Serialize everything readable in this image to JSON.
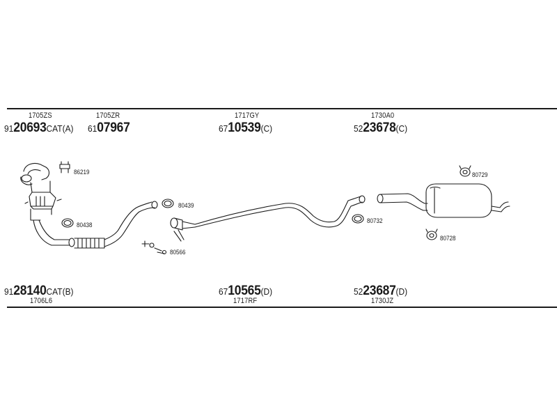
{
  "top_parts": [
    {
      "oem": "1705ZS",
      "prefix": "91",
      "main": "20693",
      "suffix": "CAT(A)"
    },
    {
      "oem": "1705ZR",
      "prefix": "61",
      "main": "07967",
      "suffix": ""
    },
    {
      "oem": "1717GY",
      "prefix": "67",
      "main": "10539",
      "suffix": "(C)"
    },
    {
      "oem": "1730A0",
      "prefix": "52",
      "main": "23678",
      "suffix": "(C)"
    }
  ],
  "bottom_parts": [
    {
      "oem": "1706L6",
      "prefix": "91",
      "main": "28140",
      "suffix": "CAT(B)"
    },
    {
      "oem": "1717RF",
      "prefix": "67",
      "main": "10565",
      "suffix": "(D)"
    },
    {
      "oem": "1730JZ",
      "prefix": "52",
      "main": "23687",
      "suffix": "(D)"
    }
  ],
  "fittings": {
    "f86219": "86219",
    "f80438": "80438",
    "f80439": "80439",
    "f80566": "80566",
    "f80732": "80732",
    "f80729": "80729",
    "f80728": "80728"
  }
}
